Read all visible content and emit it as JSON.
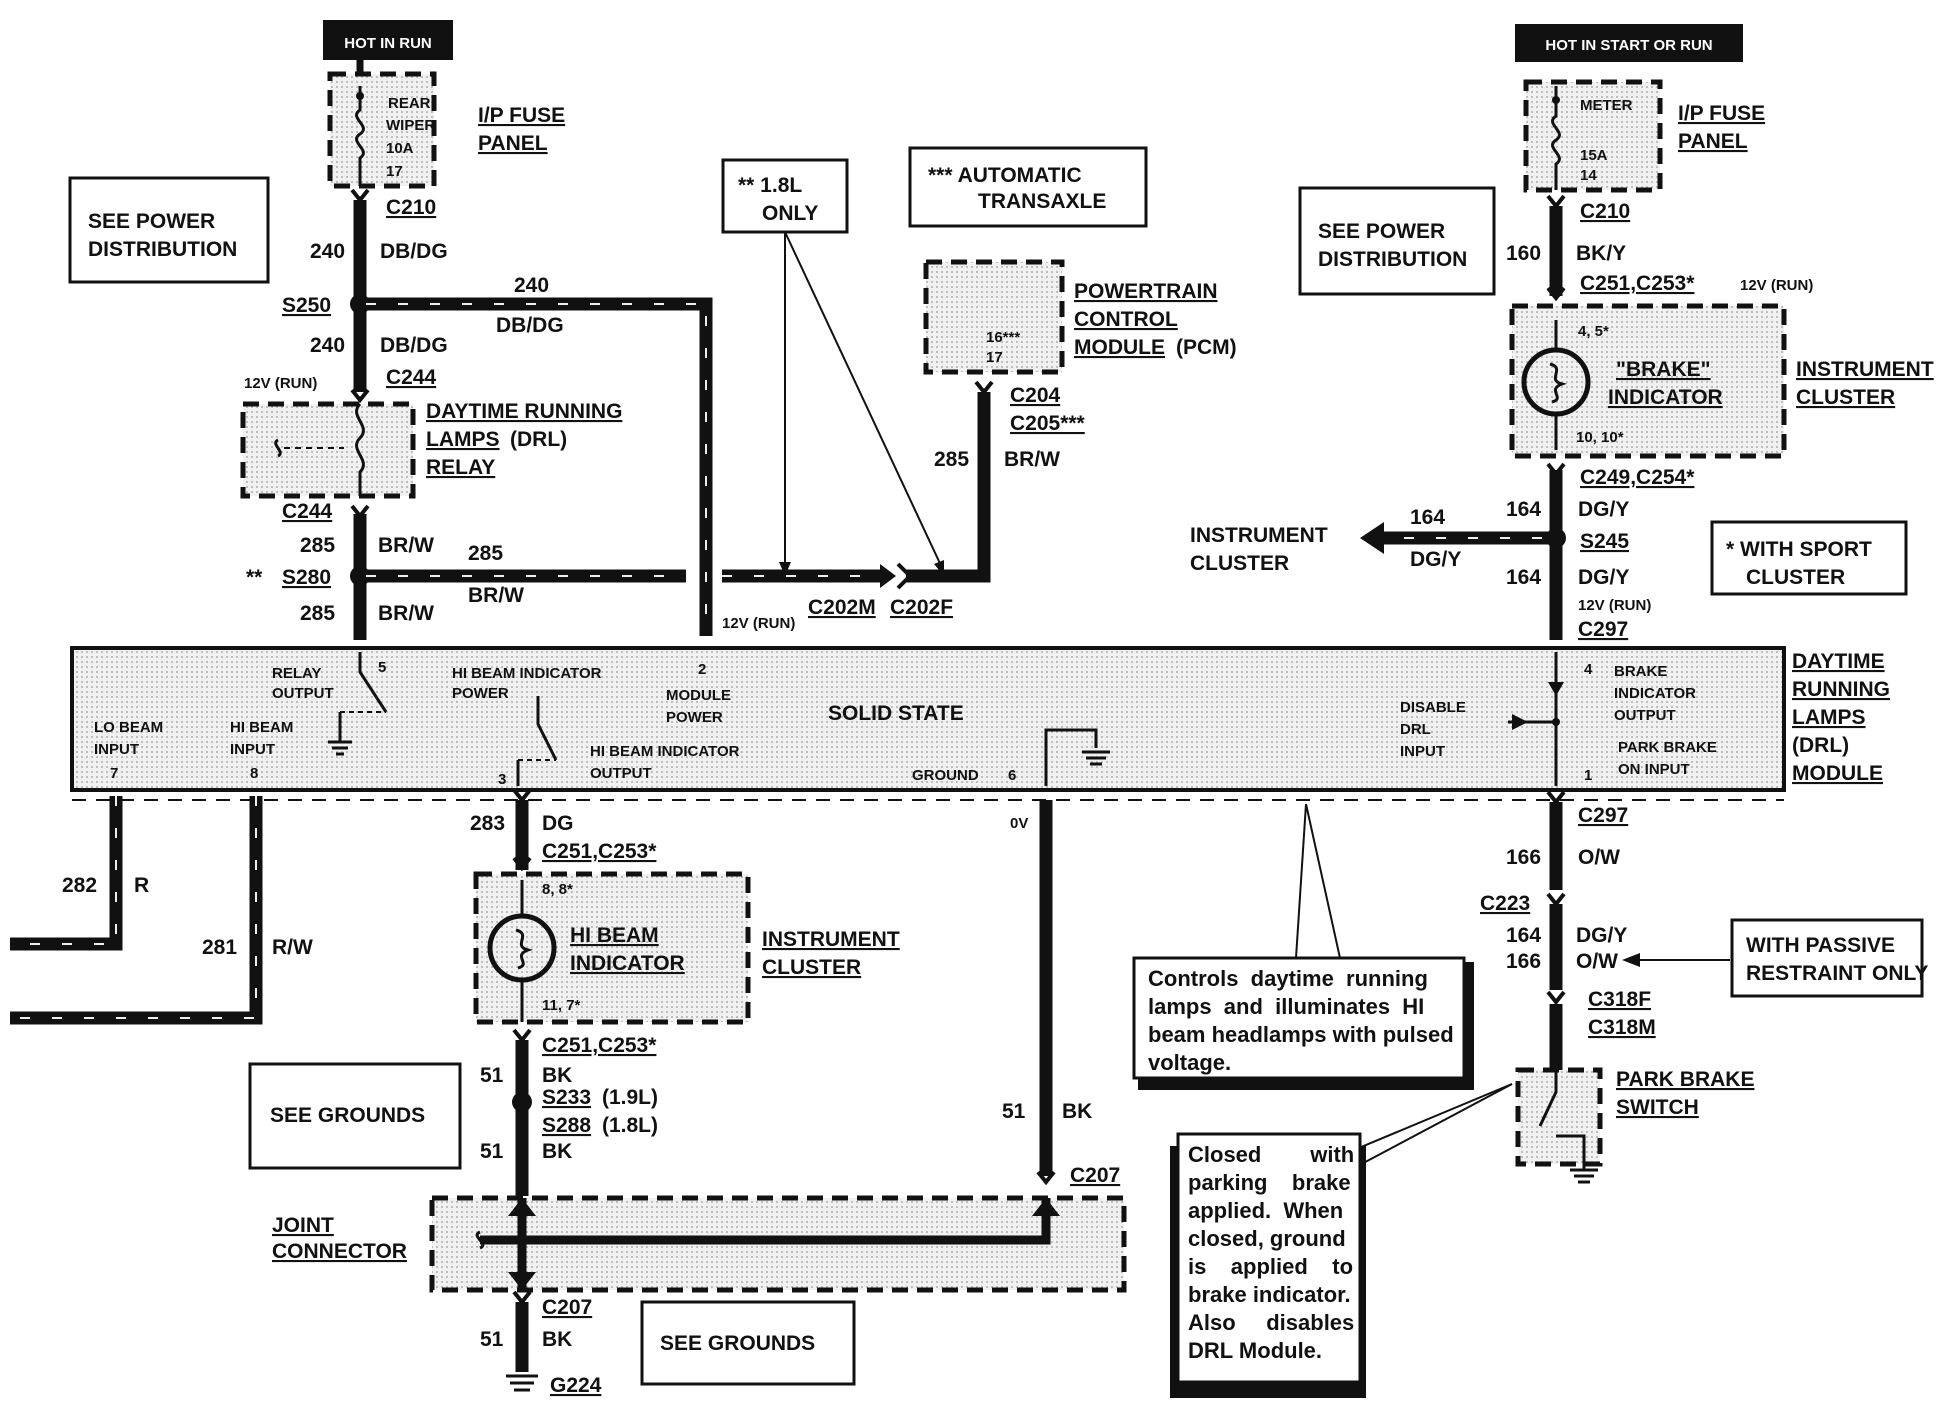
{
  "power_left": {
    "hot_label": "HOT IN RUN",
    "fuse_name": "REAR",
    "fuse_name2": "WIPER",
    "fuse_rating": "10A",
    "fuse_num": "17",
    "fuse_panel": "I/P FUSE",
    "fuse_panel2": "PANEL",
    "conn": "C210",
    "see_power": "SEE POWER",
    "see_power2": "DISTRIBUTION",
    "c240": "240",
    "c240_color": "DB/DG",
    "s250": "S250",
    "c240b": "240",
    "c240b_color": "DB/DG",
    "c240c": "240",
    "c240c_color": "DB/DG",
    "v12": "12V (RUN)",
    "c244": "C244",
    "drl_relay1": "DAYTIME RUNNING",
    "drl_relay2": "LAMPS",
    "drl_relay2b": "(DRL)",
    "drl_relay3": "RELAY",
    "c244b": "C244",
    "c285": "285",
    "c285_color": "BR/W",
    "c285b": "285",
    "c285b_color": "BR/W",
    "s280_mark": "**",
    "s280": "S280",
    "c285c": "285",
    "c285c_color": "BR/W"
  },
  "notes_top": {
    "l18": "** 1.8L",
    "l18b": "ONLY",
    "auto": "***   AUTOMATIC",
    "auto2": "TRANSAXLE"
  },
  "pcm": {
    "pins": "16***",
    "pins2": "17",
    "name1": "POWERTRAIN",
    "name2": "CONTROL",
    "name3": "MODULE",
    "name3b": "(PCM)",
    "c204": "C204",
    "c205": "C205***",
    "c285": "285",
    "c285_color": "BR/W",
    "c202m": "C202M",
    "c202f": "C202F",
    "v12": "12V (RUN)"
  },
  "power_right": {
    "hot_label": "HOT IN START OR RUN",
    "fuse_name": "METER",
    "fuse_rating": "15A",
    "fuse_num": "14",
    "fuse_panel": "I/P FUSE",
    "fuse_panel2": "PANEL",
    "conn": "C210",
    "see_power": "SEE POWER",
    "see_power2": "DISTRIBUTION",
    "c160": "160",
    "c160_color": "BK/Y",
    "c251": "C251,C253*",
    "v12": "12V (RUN)",
    "pin45": "4, 5*",
    "brake1": "\"BRAKE\"",
    "brake2": "INDICATOR",
    "ic1": "INSTRUMENT",
    "ic2": "CLUSTER",
    "pin10": "10, 10*",
    "c249": "C249,C254*",
    "c164": "164",
    "c164_color": "DG/Y",
    "c164b": "164",
    "c164b_color": "DG/Y",
    "s245": "S245",
    "ic_left1": "INSTRUMENT",
    "ic_left2": "CLUSTER",
    "c164c": "164",
    "c164c_color": "DG/Y",
    "v12b": "12V (RUN)",
    "c297": "C297",
    "sport1": "* WITH SPORT",
    "sport2": "CLUSTER"
  },
  "module": {
    "relay_out": "RELAY",
    "relay_out2": "OUTPUT",
    "pin5": "5",
    "hi_pow": "HI BEAM INDICATOR",
    "hi_pow2": "POWER",
    "pin2": "2",
    "mod_pow": "MODULE",
    "mod_pow2": "POWER",
    "solid": "SOLID STATE",
    "lo_in": "LO BEAM",
    "lo_in2": "INPUT",
    "pin7": "7",
    "hi_in": "HI BEAM",
    "hi_in2": "INPUT",
    "pin8": "8",
    "pin3": "3",
    "hi_out": "HI BEAM INDICATOR",
    "hi_out2": "OUTPUT",
    "ground": "GROUND",
    "pin6": "6",
    "disable": "DISABLE",
    "disable2": "DRL",
    "disable3": "INPUT",
    "pin4": "4",
    "brake_out": "BRAKE",
    "brake_out2": "INDICATOR",
    "brake_out3": "OUTPUT",
    "park_in": "PARK BRAKE",
    "park_in2": "ON INPUT",
    "pin1": "1",
    "name1": "DAYTIME",
    "name2": "RUNNING",
    "name3": "LAMPS",
    "name4": "(DRL)",
    "name5": "MODULE"
  },
  "lower_left": {
    "c282": "282",
    "c282_color": "R",
    "c281": "281",
    "c281_color": "R/W",
    "c283": "283",
    "c283_color": "DG",
    "c251": "C251,C253*",
    "pin88": "8, 8*",
    "hi1": "HI BEAM",
    "hi2": "INDICATOR",
    "ic1": "INSTRUMENT",
    "ic2": "CLUSTER",
    "pin117": "11, 7*",
    "c251b": "C251,C253*",
    "c51": "51",
    "c51_color": "BK",
    "s233": "S233",
    "s233b": "(1.9L)",
    "s288": "S288",
    "s288b": "(1.8L)",
    "c51b": "51",
    "c51b_color": "BK",
    "see_grounds": "SEE GROUNDS",
    "c0v": "0V",
    "c51c": "51",
    "c51c_color": "BK",
    "c207": "C207",
    "joint1": "JOINT",
    "joint2": "CONNECTOR",
    "c207b": "C207",
    "c51d": "51",
    "c51d_color": "BK",
    "see_grounds2": "SEE GROUNDS",
    "g224": "G224"
  },
  "lower_right": {
    "c297": "C297",
    "c166": "166",
    "c166_color": "O/W",
    "c223": "C223",
    "c164": "164",
    "c164_color": "DG/Y",
    "c166b": "166",
    "c166b_color": "O/W",
    "passive1": "WITH PASSIVE",
    "passive2": "RESTRAINT ONLY",
    "c318f": "C318F",
    "c318m": "C318M",
    "park1": "PARK BRAKE",
    "park2": "SWITCH"
  },
  "notes_bottom": {
    "drl_1": "Controls  daytime  running",
    "drl_2": "lamps  and  illuminates  HI",
    "drl_3": "beam headlamps with pulsed",
    "drl_4": "voltage.",
    "pb_1": "Closed        with",
    "pb_2": "parking    brake",
    "pb_3": "applied.  When",
    "pb_4": "closed, ground",
    "pb_5": "is    applied    to",
    "pb_6": "brake indicator.",
    "pb_7": "Also     disables",
    "pb_8": "DRL Module."
  }
}
